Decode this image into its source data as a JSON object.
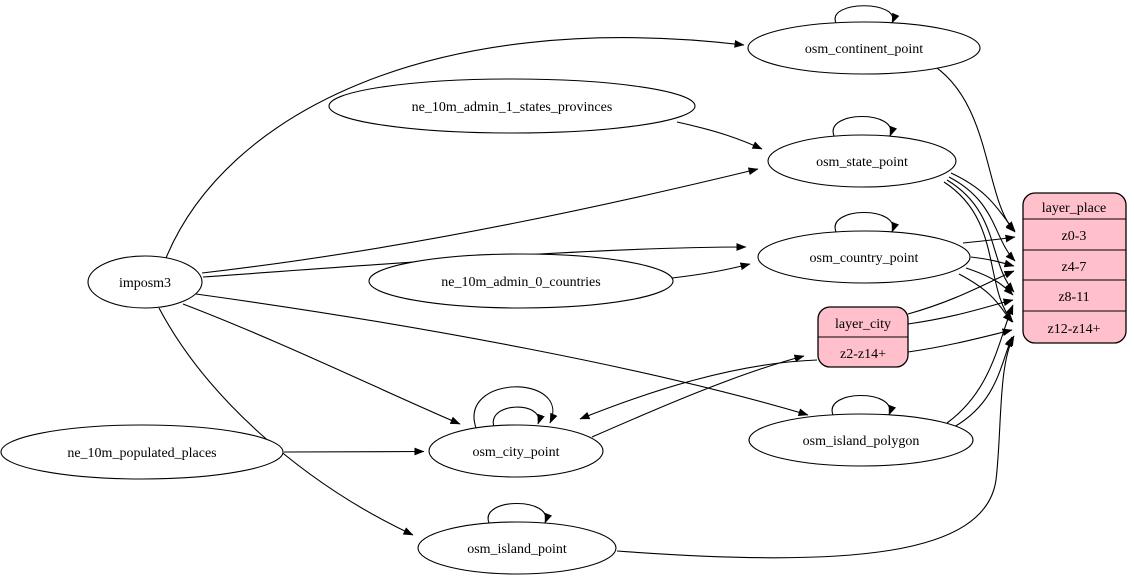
{
  "nodes": {
    "imposm3": "imposm3",
    "ne_10m_admin_1_states_provinces": "ne_10m_admin_1_states_provinces",
    "ne_10m_admin_0_countries": "ne_10m_admin_0_countries",
    "ne_10m_populated_places": "ne_10m_populated_places",
    "osm_continent_point": "osm_continent_point",
    "osm_state_point": "osm_state_point",
    "osm_country_point": "osm_country_point",
    "osm_island_polygon": "osm_island_polygon",
    "osm_city_point": "osm_city_point",
    "osm_island_point": "osm_island_point"
  },
  "records": {
    "layer_city": {
      "title": "layer_city",
      "rows": [
        "z2-z14+"
      ]
    },
    "layer_place": {
      "title": "layer_place",
      "rows": [
        "z0-3",
        "z4-7",
        "z8-11",
        "z12-z14+"
      ]
    }
  },
  "colors": {
    "record_fill": "#ffc0cb",
    "node_fill": "#ffffff",
    "stroke": "#000000",
    "background": "#ffffff"
  },
  "edges": [
    {
      "from": "imposm3",
      "to": "osm_continent_point"
    },
    {
      "from": "imposm3",
      "to": "osm_state_point"
    },
    {
      "from": "imposm3",
      "to": "osm_country_point"
    },
    {
      "from": "imposm3",
      "to": "osm_city_point"
    },
    {
      "from": "imposm3",
      "to": "osm_island_polygon"
    },
    {
      "from": "imposm3",
      "to": "osm_island_point"
    },
    {
      "from": "ne_10m_admin_1_states_provinces",
      "to": "osm_state_point"
    },
    {
      "from": "ne_10m_admin_0_countries",
      "to": "osm_country_point"
    },
    {
      "from": "ne_10m_populated_places",
      "to": "osm_city_point"
    },
    {
      "from": "osm_continent_point",
      "to": "osm_continent_point"
    },
    {
      "from": "osm_state_point",
      "to": "osm_state_point"
    },
    {
      "from": "osm_country_point",
      "to": "osm_country_point"
    },
    {
      "from": "osm_city_point",
      "to": "osm_city_point"
    },
    {
      "from": "osm_city_point",
      "to": "osm_city_point"
    },
    {
      "from": "osm_island_polygon",
      "to": "osm_island_polygon"
    },
    {
      "from": "osm_island_point",
      "to": "osm_island_point"
    },
    {
      "from": "osm_continent_point",
      "to": "layer_place:z0-3"
    },
    {
      "from": "osm_state_point",
      "to": "layer_place:z0-3"
    },
    {
      "from": "osm_state_point",
      "to": "layer_place:z4-7"
    },
    {
      "from": "osm_state_point",
      "to": "layer_place:z8-11"
    },
    {
      "from": "osm_state_point",
      "to": "layer_place:z12-z14+"
    },
    {
      "from": "osm_country_point",
      "to": "layer_place:z0-3"
    },
    {
      "from": "osm_country_point",
      "to": "layer_place:z4-7"
    },
    {
      "from": "osm_country_point",
      "to": "layer_place:z8-11"
    },
    {
      "from": "osm_country_point",
      "to": "layer_place:z12-z14+"
    },
    {
      "from": "osm_city_point",
      "to": "layer_city:z2-z14+"
    },
    {
      "from": "layer_city",
      "to": "osm_city_point"
    },
    {
      "from": "layer_city",
      "to": "layer_place:z4-7"
    },
    {
      "from": "layer_city",
      "to": "layer_place:z8-11"
    },
    {
      "from": "layer_city",
      "to": "layer_place:z12-z14+"
    },
    {
      "from": "osm_island_polygon",
      "to": "layer_place:z8-11"
    },
    {
      "from": "osm_island_polygon",
      "to": "layer_place:z12-z14+"
    },
    {
      "from": "osm_island_point",
      "to": "layer_place:z12-z14+"
    }
  ]
}
